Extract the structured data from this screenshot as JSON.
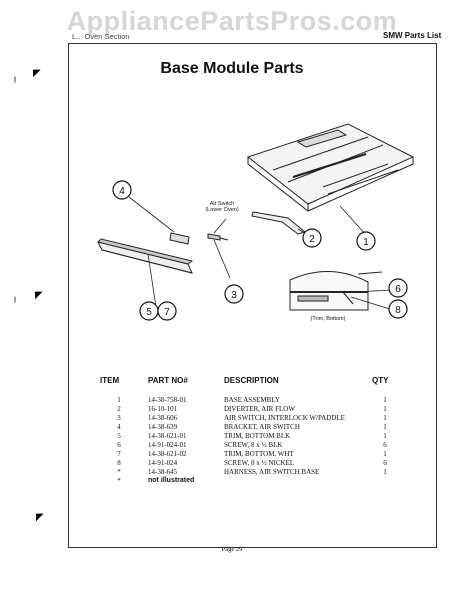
{
  "watermark": "AppliancePartsPros.com",
  "header": {
    "left": "L... Oven Section",
    "right": "SMW Parts List"
  },
  "title": "Base Module Parts",
  "diagram": {
    "air_switch_label_line1": "Air Switch",
    "air_switch_label_line2": "(Lower Oven)",
    "trim_label": "(Trim, Bottom)",
    "callouts": [
      "1",
      "2",
      "3",
      "4",
      "5",
      "7",
      "6",
      "8"
    ]
  },
  "table": {
    "headers": {
      "item": "ITEM",
      "part_no": "PART NO#",
      "description": "DESCRIPTION",
      "qty": "QTY"
    },
    "rows": [
      {
        "item": "1",
        "part_no": "14-38-758-01",
        "description": "BASE ASSEMBLY",
        "qty": "1"
      },
      {
        "item": "2",
        "part_no": "16-10-101",
        "description": "DIVERTER, AIR FLOW",
        "qty": "1"
      },
      {
        "item": "3",
        "part_no": "14-38-606",
        "description": "AIR SWITCH, INTERLOCK W/PADDLE",
        "qty": "1"
      },
      {
        "item": "4",
        "part_no": "14-38-639",
        "description": "BRACKET, AIR SWITCH",
        "qty": "1"
      },
      {
        "item": "5",
        "part_no": "14-38-621-01",
        "description": "TRIM, BOTTOM BLK",
        "qty": "1"
      },
      {
        "item": "6",
        "part_no": "14-91-024-01",
        "description": "SCREW, 8 x ½ BLK",
        "qty": "6"
      },
      {
        "item": "7",
        "part_no": "14-38-621-02",
        "description": "TRIM, BOTTOM, WHT",
        "qty": "1"
      },
      {
        "item": "8",
        "part_no": "14-91-024",
        "description": "SCREW, 8 x ½ NICKEL",
        "qty": "6"
      },
      {
        "item": "*",
        "part_no": "14-38-645",
        "description": "HARNESS, AIR SWITCH BASE",
        "qty": "1"
      }
    ],
    "footnote": {
      "mark": "*",
      "text": "not illustrated"
    }
  },
  "page_number": "Page 29"
}
